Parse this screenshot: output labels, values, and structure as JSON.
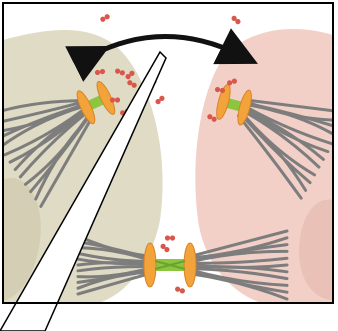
{
  "figure": {
    "panel": "kinetochore-microtubule-attachment-schematic",
    "elements": [
      "left-cell-body",
      "right-cell-body",
      "rotation-arrow",
      "left-kinetochore-pair",
      "right-kinetochore-pair",
      "bottom-kinetochore-pair",
      "microtubule-bundles",
      "phospho-particles",
      "callout-wedge"
    ]
  },
  "colors": {
    "panel_border": "#000000",
    "left_cell": "#dfdbc4",
    "left_cell_shade": "#cfcab0",
    "right_cell": "#f2d0c8",
    "right_cell_shade": "#e6bdb2",
    "microtubule": "#7d7d7d",
    "kinetochore_plate": "#f2a43a",
    "kinetochore_edge": "#d9822a",
    "linker": "#8cc63f",
    "particle": "#d9564a",
    "arrow": "#111111"
  }
}
